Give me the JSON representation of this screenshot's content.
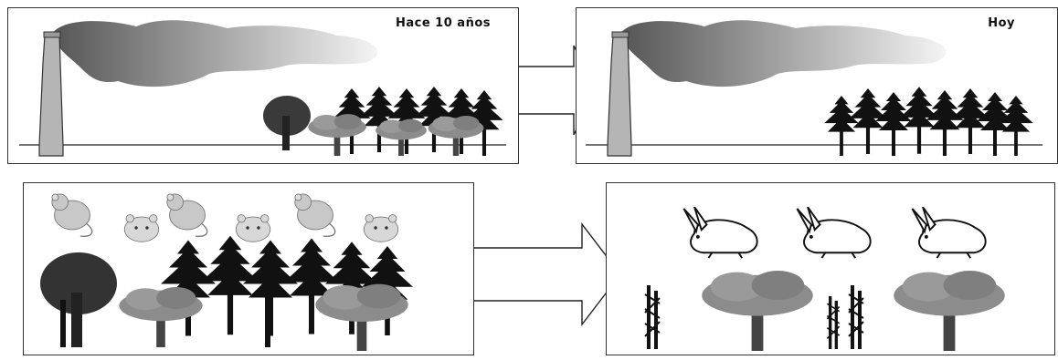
{
  "panels": {
    "top_left": {
      "title": "Hace 10 años"
    },
    "top_right": {
      "title": "Hoy"
    }
  },
  "colors": {
    "smoke_dark": "#555555",
    "smoke_light": "#f2f2f2",
    "chimney": "#b5b5b5",
    "tree_dark": "#111111",
    "tree_grey": "#8c8c8c",
    "animal": "#c8c8c8"
  },
  "icons": {
    "chimney": "factory-chimney",
    "smoke": "smoke-cloud",
    "conifer": "conifer-tree",
    "broadleaf": "broadleaf-tree",
    "rat": "rat",
    "hamster": "hamster",
    "rabbit": "rabbit",
    "dead_tree": "dead-tree",
    "arrow": "right-arrow"
  }
}
